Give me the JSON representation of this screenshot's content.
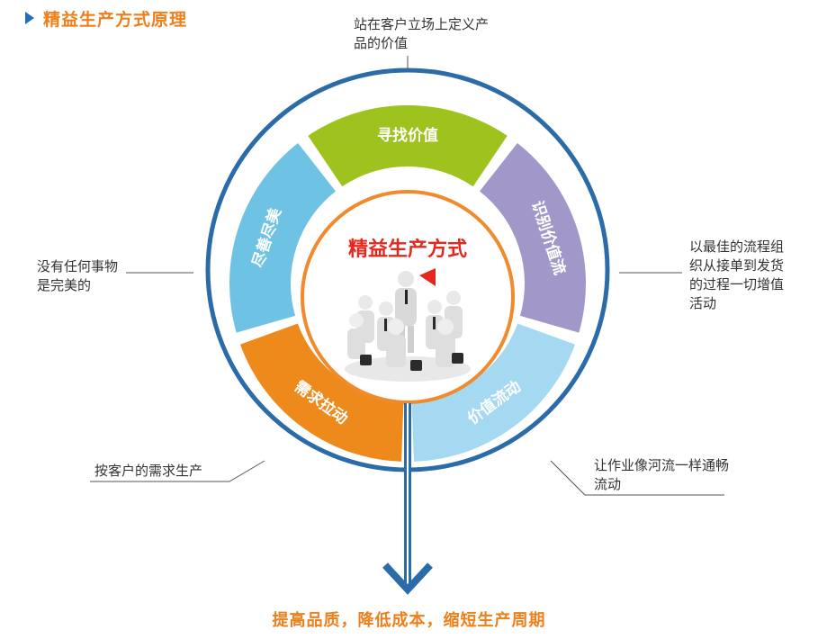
{
  "title": "精益生产方式原理",
  "center_title": "精益生产方式",
  "segments": [
    {
      "label": "寻找价值",
      "color": "#9fc31e"
    },
    {
      "label": "识别价值流",
      "color": "#a197c8"
    },
    {
      "label": "价值流动",
      "color": "#a5d9f2"
    },
    {
      "label": "需求拉动",
      "color": "#ee8a1c"
    },
    {
      "label": "尽善尽美",
      "color": "#6ec2e4"
    }
  ],
  "notes": {
    "top": "站在客户立场上定义产品的价值",
    "right": "以最佳的流程组织从接单到发货的过程一切增值活动",
    "bottom_right": "让作业像河流一样通畅流动",
    "bottom_left": "按客户的需求生产",
    "left": "没有任何事物是完美的"
  },
  "bottom_caption": "提高品质，降低成本，缩短生产周期",
  "colors": {
    "ring": "#2a6ba8",
    "center_ring": "#f18a2c",
    "title_text": "#ee7f1a",
    "center_title": "#e6271e"
  }
}
